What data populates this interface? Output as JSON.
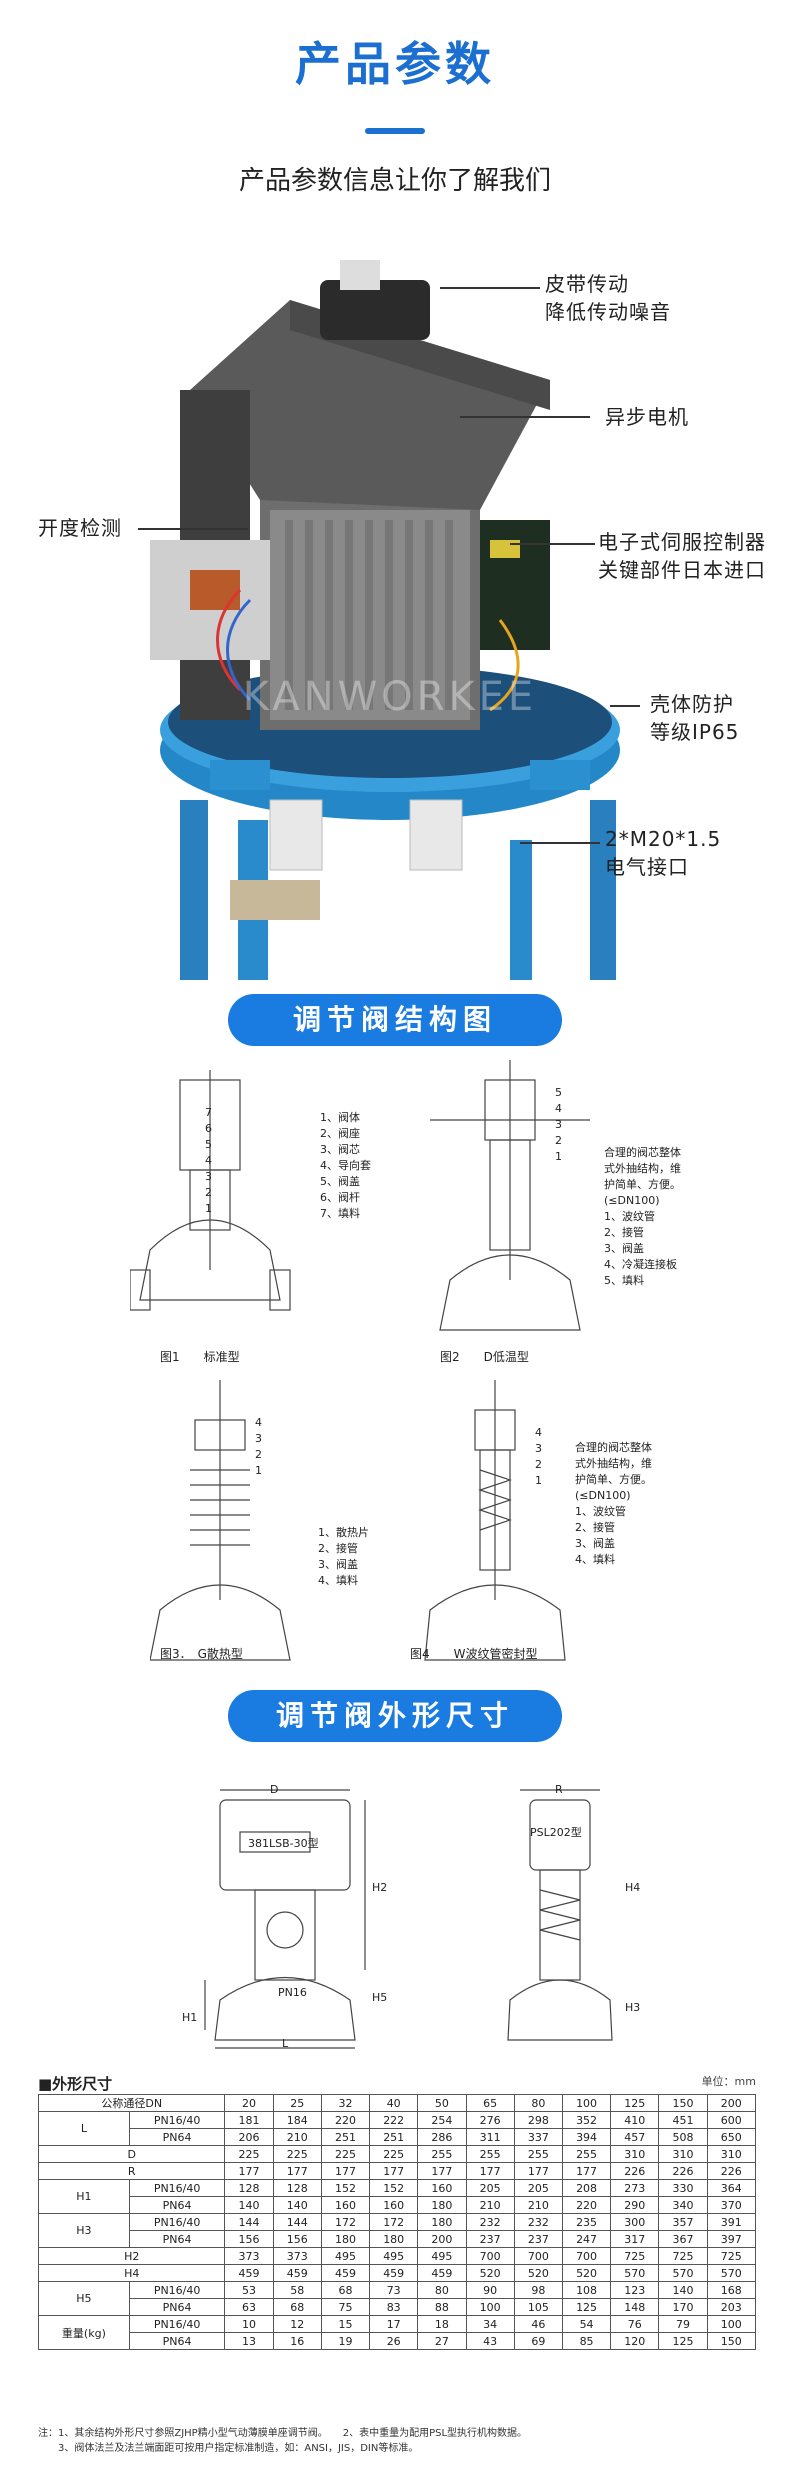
{
  "header": {
    "title": "产品参数",
    "subtitle": "产品参数信息让你了解我们"
  },
  "callouts": {
    "belt": [
      "皮带传动",
      "降低传动噪音"
    ],
    "motor": "异步电机",
    "opening": "开度检测",
    "servo": [
      "电子式伺服控制器",
      "关键部件日本进口"
    ],
    "shell": [
      "壳体防护",
      "等级IP65"
    ],
    "port": [
      "2*M20*1.5",
      "电气接口"
    ]
  },
  "watermark": {
    "text": "KANWORKEE"
  },
  "sections": {
    "structure": "调节阀结构图",
    "dimension": "调节阀外形尺寸"
  },
  "structure": {
    "fig1": {
      "caption": "图1　　标准型",
      "parts": [
        "1、阀体",
        "2、阀座",
        "3、阀芯",
        "4、导向套",
        "5、阀盖",
        "6、阀杆",
        "7、填料"
      ],
      "numbers": [
        "7",
        "6",
        "5",
        "4",
        "3",
        "2",
        "1"
      ]
    },
    "fig2": {
      "caption": "图2　　D低温型",
      "parts": [
        "合理的阀芯整体",
        "式外抽结构，维",
        "护简单、方便。",
        "(≤DN100)",
        "1、波纹管",
        "2、接管",
        "3、阀盖",
        "4、冷凝连接板",
        "5、填料"
      ],
      "numbers": [
        "5",
        "4",
        "3",
        "2",
        "1"
      ]
    },
    "fig3": {
      "caption": "图3．　G散热型",
      "parts": [
        "1、散热片",
        "2、接管",
        "3、阀盖",
        "4、填料"
      ],
      "numbers": [
        "4",
        "3",
        "2",
        "1"
      ]
    },
    "fig4": {
      "caption": "图4　　W波纹管密封型",
      "parts": [
        "合理的阀芯整体",
        "式外抽结构，维",
        "护简单、方便。",
        "(≤DN100)",
        "1、波纹管",
        "2、接管",
        "3、阀盖",
        "4、填料"
      ],
      "numbers": [
        "4",
        "3",
        "2",
        "1"
      ]
    }
  },
  "drawings": {
    "front": {
      "label_d": "D",
      "label_h2": "H2",
      "label_h5": "H5",
      "label_h1": "H1",
      "label_l": "L",
      "model": "381LSB-30型",
      "pn": "PN16"
    },
    "side": {
      "label_r": "R",
      "label_h4": "H4",
      "label_h3": "H3",
      "model": "PSL202型"
    }
  },
  "dimension_table": {
    "title": "■外形尺寸",
    "unit": "单位：mm",
    "header": [
      "公称通径DN",
      "20",
      "25",
      "32",
      "40",
      "50",
      "65",
      "80",
      "100",
      "125",
      "150",
      "200"
    ],
    "rows": [
      {
        "group": "L",
        "sub": "PN16/40",
        "values": [
          "181",
          "184",
          "220",
          "222",
          "254",
          "276",
          "298",
          "352",
          "410",
          "451",
          "600"
        ]
      },
      {
        "group": "",
        "sub": "PN64",
        "values": [
          "206",
          "210",
          "251",
          "251",
          "286",
          "311",
          "337",
          "394",
          "457",
          "508",
          "650"
        ]
      },
      {
        "group": "D",
        "sub": "",
        "values": [
          "225",
          "225",
          "225",
          "225",
          "255",
          "255",
          "255",
          "255",
          "310",
          "310",
          "310"
        ]
      },
      {
        "group": "R",
        "sub": "",
        "values": [
          "177",
          "177",
          "177",
          "177",
          "177",
          "177",
          "177",
          "177",
          "226",
          "226",
          "226"
        ]
      },
      {
        "group": "H1",
        "sub": "PN16/40",
        "values": [
          "128",
          "128",
          "152",
          "152",
          "160",
          "205",
          "205",
          "208",
          "273",
          "330",
          "364"
        ]
      },
      {
        "group": "",
        "sub": "PN64",
        "values": [
          "140",
          "140",
          "160",
          "160",
          "180",
          "210",
          "210",
          "220",
          "290",
          "340",
          "370"
        ]
      },
      {
        "group": "H3",
        "sub": "PN16/40",
        "values": [
          "144",
          "144",
          "172",
          "172",
          "180",
          "232",
          "232",
          "235",
          "300",
          "357",
          "391"
        ]
      },
      {
        "group": "",
        "sub": "PN64",
        "values": [
          "156",
          "156",
          "180",
          "180",
          "200",
          "237",
          "237",
          "247",
          "317",
          "367",
          "397"
        ]
      },
      {
        "group": "H2",
        "sub": "",
        "values": [
          "373",
          "373",
          "495",
          "495",
          "495",
          "700",
          "700",
          "700",
          "725",
          "725",
          "725"
        ]
      },
      {
        "group": "H4",
        "sub": "",
        "values": [
          "459",
          "459",
          "459",
          "459",
          "459",
          "520",
          "520",
          "520",
          "570",
          "570",
          "570"
        ]
      },
      {
        "group": "H5",
        "sub": "PN16/40",
        "values": [
          "53",
          "58",
          "68",
          "73",
          "80",
          "90",
          "98",
          "108",
          "123",
          "140",
          "168"
        ]
      },
      {
        "group": "",
        "sub": "PN64",
        "values": [
          "63",
          "68",
          "75",
          "83",
          "88",
          "100",
          "105",
          "125",
          "148",
          "170",
          "203"
        ]
      },
      {
        "group": "重量(kg)",
        "sub": "PN16/40",
        "values": [
          "10",
          "12",
          "15",
          "17",
          "18",
          "34",
          "46",
          "54",
          "76",
          "79",
          "100"
        ]
      },
      {
        "group": "",
        "sub": "PN64",
        "values": [
          "13",
          "16",
          "19",
          "26",
          "27",
          "43",
          "69",
          "85",
          "120",
          "125",
          "150"
        ]
      }
    ],
    "notes": [
      "注：1、其余结构外形尺寸参照ZJHP精小型气动薄膜单座调节阀。　　2、表中重量为配用PSL型执行机构数据。",
      "　　3、阀体法兰及法兰端面距可按用户指定标准制造，如：ANSI，JIS，DIN等标准。"
    ]
  }
}
